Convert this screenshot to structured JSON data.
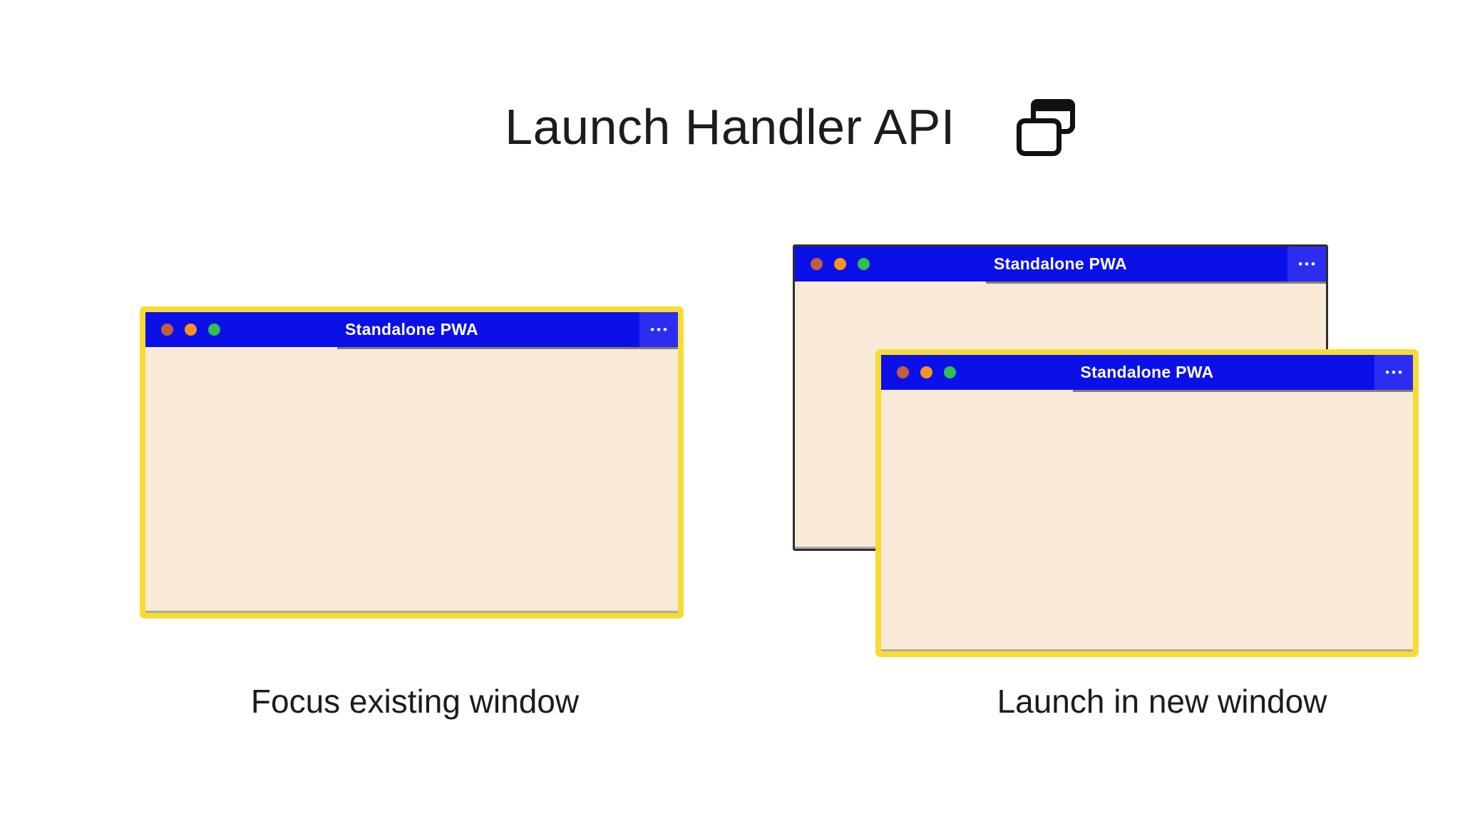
{
  "page_title": "Launch Handler API",
  "windows": [
    {
      "id": "focused-existing",
      "title": "Standalone PWA",
      "menu_icon": "•••"
    },
    {
      "id": "background",
      "title": "Standalone PWA",
      "menu_icon": "•••"
    },
    {
      "id": "new-window",
      "title": "Standalone PWA",
      "menu_icon": "•••"
    }
  ],
  "captions": {
    "left": "Focus existing window",
    "right": "Launch in new window"
  },
  "colors": {
    "titlebar_blue": "#0c10e8",
    "menu_blue": "#2d2df2",
    "body_cream": "#f8ead7",
    "focus_yellow": "#f6dc34",
    "back_border": "#2e2e2e",
    "dot_red": "#c15f3c",
    "dot_orange": "#f79420",
    "dot_green": "#2fc14e",
    "title_text": "#ffffff",
    "heading_text": "#1c1c1c",
    "icon_black": "#111111"
  }
}
